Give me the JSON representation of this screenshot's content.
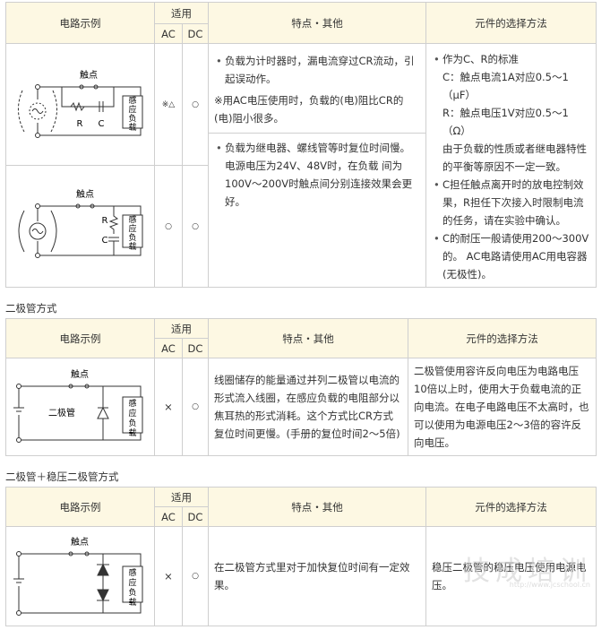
{
  "headers": {
    "circuit": "电路示例",
    "applicable": "适用",
    "ac": "AC",
    "dc": "DC",
    "features": "特点・其他",
    "selection": "元件的选择方法"
  },
  "diagram_labels": {
    "contact": "触点",
    "load": "感应负载",
    "r": "R",
    "c": "C",
    "diode": "二极管"
  },
  "cr": {
    "row1_ac": "※△",
    "row1_dc": "○",
    "row2_ac": "○",
    "row2_dc": "○",
    "feature1": "负载为计时器时，漏电流穿过CR流动，引起误动作。",
    "feature1_note": "※用AC电压使用时，负载的(电)阻比CR的(电)阻小很多。",
    "feature2": "负载为继电器、螺线管等时复位时间慢。电源电压为24V、48V时，在负载 间为100V～200V时触点间分别连接效果会更好。",
    "sel1_title": "作为C、R的标准",
    "sel1_c": "C：触点电流1A对应0.5～1（μF）",
    "sel1_r": "R：触点电压1V对应0.5～1（Ω）",
    "sel1_tail": "由于负载的性质或者继电器特性的平衡等原因不一定一致。",
    "sel2": "C担任触点离开时的放电控制效果，R担任下次接入时限制电流的任务，请在实验中确认。",
    "sel3": "C的耐压一般请使用200～300V的。 AC电路请使用AC用电容器(无极性)。"
  },
  "diode": {
    "title": "二极管方式",
    "ac": "×",
    "dc": "○",
    "feature": "线圈储存的能量通过并列二极管以电流的形式流入线圈，在感应负载的电阻部分以焦耳热的形式消耗。这个方式比CR方式复位时间更慢。(手册的复位时间2～5倍)",
    "selection": "二极管使用容许反向电压为电路电压10倍以上时，使用大于负载电流的正向电流。在电子电路电压不太高时，也可以使用为电源电压2～3倍的容许反向电压。"
  },
  "zener": {
    "title": "二极管＋稳压二极管方式",
    "ac": "×",
    "dc": "○",
    "feature": "在二极管方式里对于加快复位时间有一定效果。",
    "selection": "稳压二极管的稳压电压使用电源电压。"
  },
  "watermark": {
    "text": "技成培训",
    "url": "http://www.jcschool.cn"
  }
}
